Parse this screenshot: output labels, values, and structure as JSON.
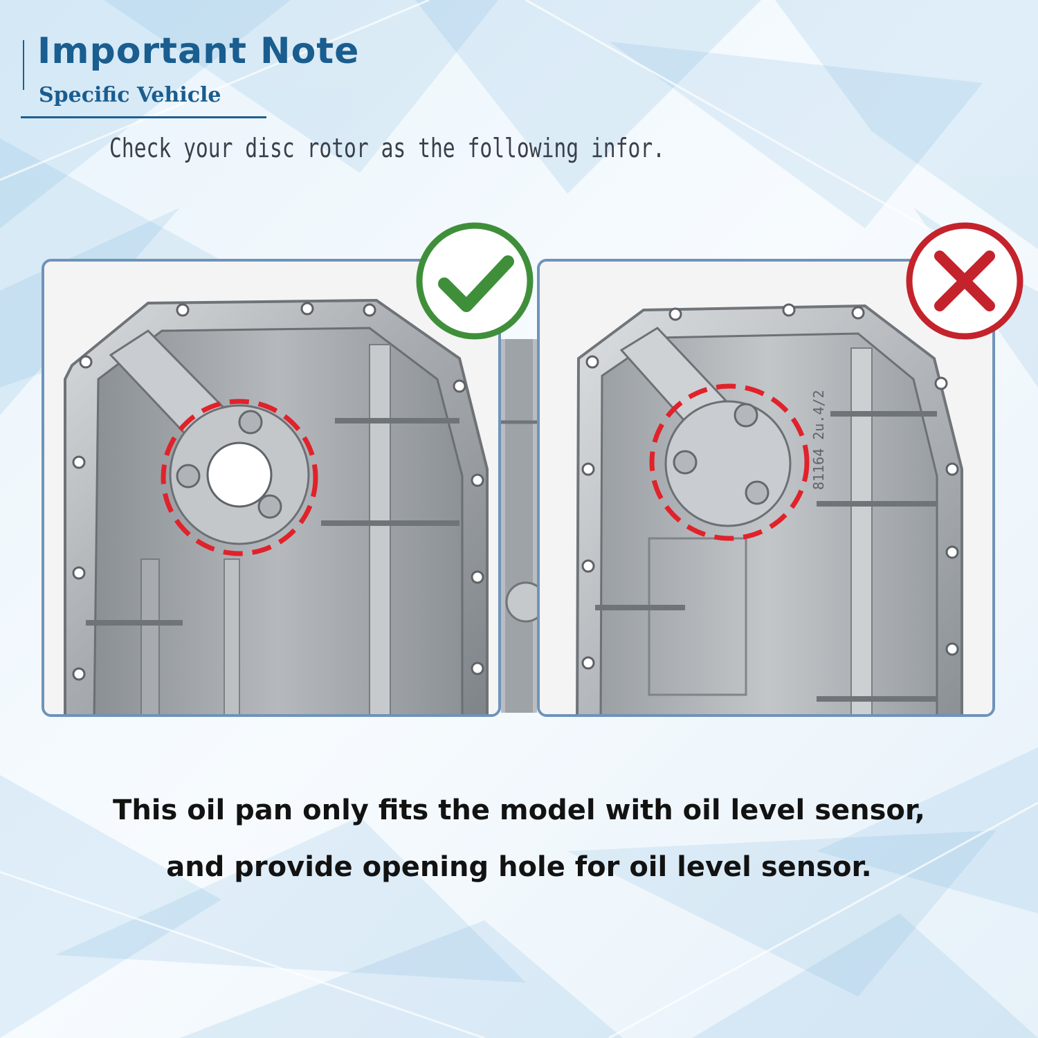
{
  "header": {
    "title": "Important Note",
    "subtitle": "Specific Vehicle",
    "instruction": "Check your disc rotor as the following infor."
  },
  "comparison": {
    "correct": {
      "icon": "checkmark-icon",
      "color": "#3f8f3a",
      "highlight_color": "#e0222a"
    },
    "incorrect": {
      "icon": "cross-icon",
      "color": "#c4232b",
      "highlight_color": "#e0222a",
      "part_marking": "81164 2u.4/2"
    }
  },
  "caption": {
    "line1": "This oil pan only fits the model with oil level sensor,",
    "line2": "and provide opening hole for oil level sensor."
  }
}
